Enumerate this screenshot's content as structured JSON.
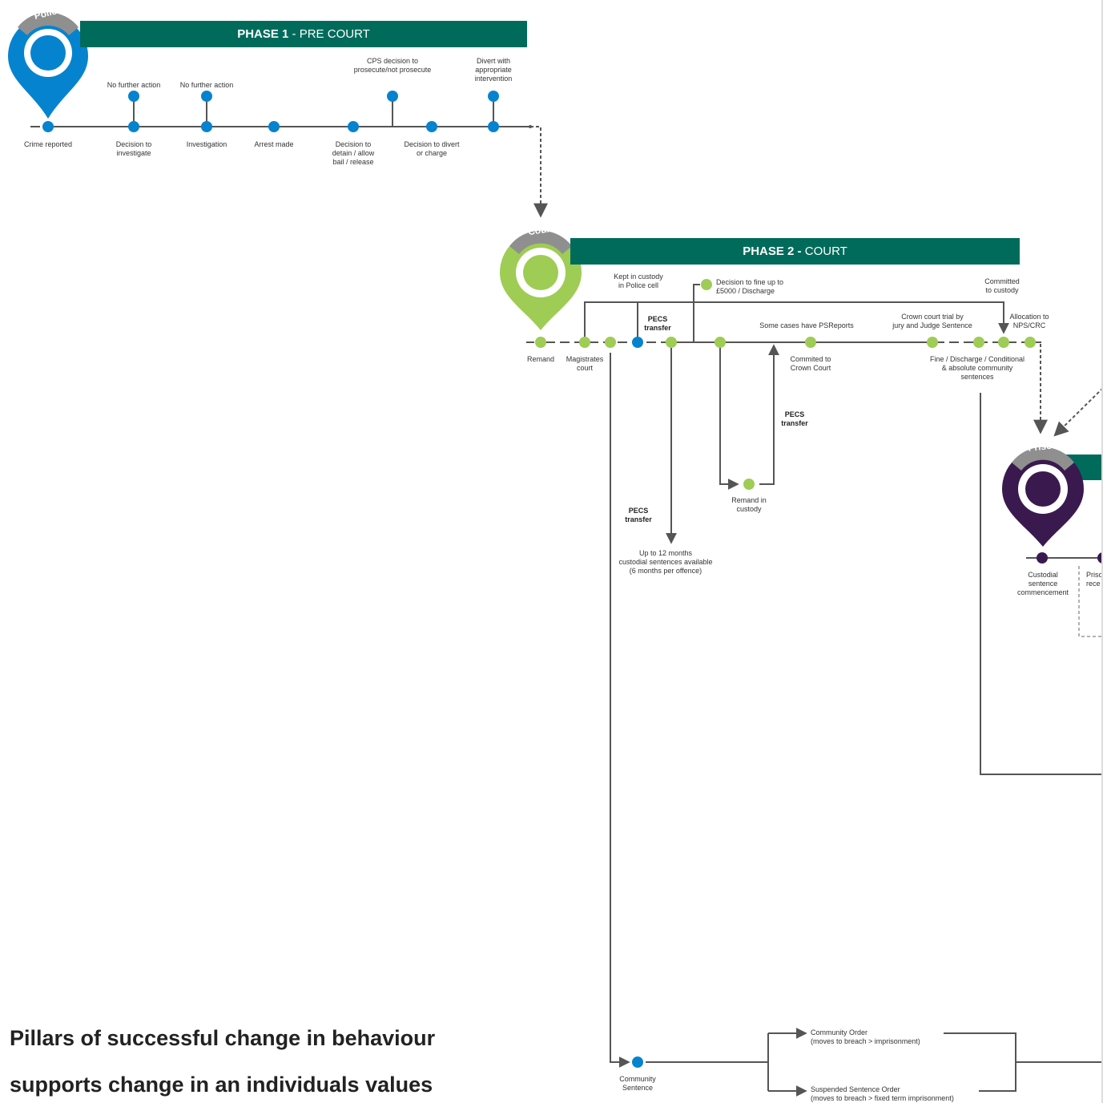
{
  "colors": {
    "police": "#0683cf",
    "court": "#9fcc55",
    "prison": "#3a1a4e",
    "banner": "#006b5b",
    "line": "#555555",
    "pin_tab": "#8f8f8f"
  },
  "phase1": {
    "pin_label": "Police",
    "banner_bold": "PHASE 1",
    "banner_rest": " - PRE COURT",
    "steps": {
      "crime_reported": "Crime reported",
      "decision_investigate": "Decision to\ninvestigate",
      "investigation": "Investigation",
      "arrest_made": "Arrest made",
      "decision_detain": "Decision to\ndetain / allow\nbail / release",
      "decision_divert": "Decision to divert\nor charge"
    },
    "branches": {
      "nfa1": "No further action",
      "nfa2": "No further action",
      "cps": "CPS decision to\nprosecute/not prosecute",
      "divert": "Divert with\nappropriate\nintervention"
    }
  },
  "phase2": {
    "pin_label": "Court",
    "banner_bold": "PHASE 2 -",
    "banner_rest": " COURT",
    "labels": {
      "remand": "Remand",
      "magistrates": "Magistrates\ncourt",
      "kept_custody": "Kept in custody\nin Police cell",
      "pecs_top": "PECS\ntransfer",
      "fine_top": "Decision to fine up to\n£5000 / Discharge",
      "some_cases": "Some cases have PSReports",
      "committed_crown": "Commited to\nCrown Court",
      "pecs_right": "PECS\ntransfer",
      "remand_custody": "Remand in\ncustody",
      "pecs_left": "PECS\ntransfer",
      "up_to_12": "Up to 12 months\ncustodial sentences available\n(6 months per offence)",
      "crown_trial": "Crown court trial by\njury and Judge Sentence",
      "committed_custody": "Committed\nto custody",
      "allocation": "Allocation to\nNPS/CRC",
      "fine_discharge": "Fine / Discharge / Conditional\n& absolute community\nsentences",
      "community_sentence": "Community\nSentence",
      "community_order": "Community Order\n(moves to breach > imprisonment)",
      "suspended_order": "Suspended Sentence Order\n(moves to breach > fixed term imprisonment)"
    }
  },
  "phase3": {
    "pin_label": "Prison",
    "labels": {
      "custodial": "Custodial\nsentence\ncommencement",
      "prison_reception": "Priso\nrece"
    }
  },
  "footer": {
    "line1": "Pillars of successful change in behaviour",
    "line2": "supports change in an individuals values"
  }
}
